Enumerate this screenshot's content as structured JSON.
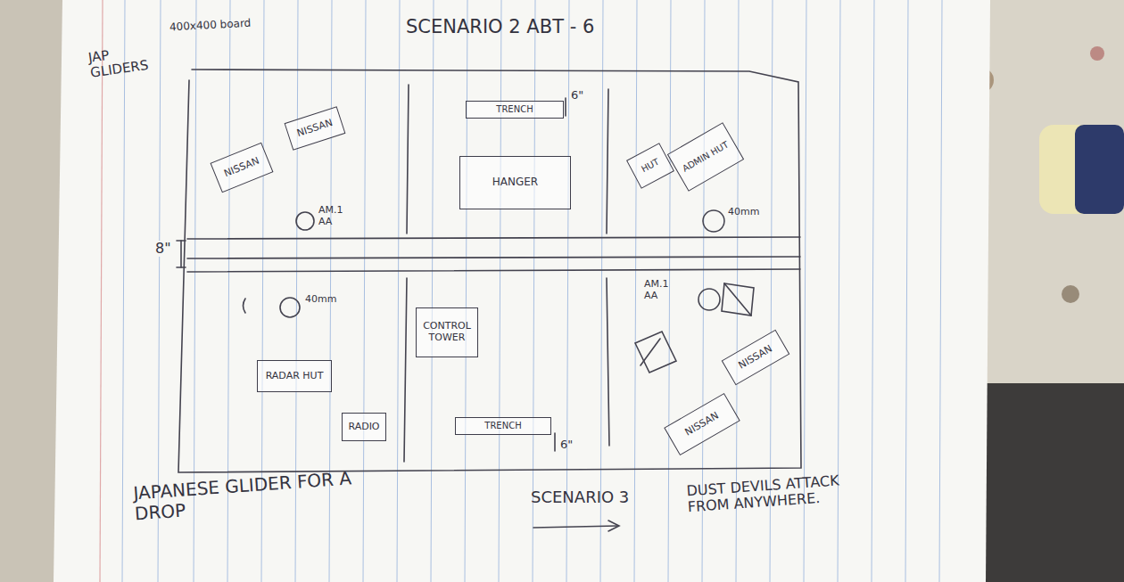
{
  "diagram": {
    "title": "SCENARIO 2 ABT - 6",
    "nodes": [
      {
        "text": [
          "NISSAN"
        ]
      },
      {
        "text": [
          "NISSAN"
        ]
      },
      {
        "text": [
          "TRENCH"
        ]
      },
      {
        "text": [
          "HANGER"
        ]
      },
      {
        "text": [
          "HUT"
        ]
      },
      {
        "text": [
          "ADMIN HUT"
        ]
      },
      {
        "text": [
          "CONTROL TOWER"
        ]
      },
      {
        "text": [
          "RADAR HUT"
        ]
      },
      {
        "text": [
          "RADIO"
        ]
      },
      {
        "text": [
          "TRENCH"
        ]
      },
      {
        "text": [
          "NISSAN"
        ]
      },
      {
        "text": [
          "NISSAN"
        ]
      }
    ],
    "labels": [
      "400x400 board",
      "JAP GLIDERS",
      "AM.1 AA",
      "40mm",
      "8\"",
      "6\"",
      "40mm",
      "AM.1 AA",
      "6\"",
      "JAPANESE GLIDER FOR A DROP",
      "SCENARIO 3",
      "DUST DEVILS ATTACK FROM ANYWHERE."
    ]
  }
}
